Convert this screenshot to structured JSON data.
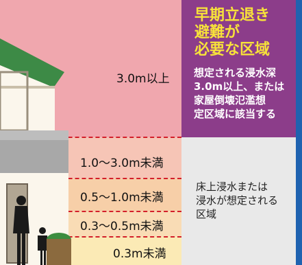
{
  "levels": [
    {
      "label": "3.0m以上",
      "color": "#f0a7ae"
    },
    {
      "label": "1.0〜3.0m未満",
      "color": "#f6c5b6"
    },
    {
      "label": "0.5〜1.0m未満",
      "color": "#f7cfa8"
    },
    {
      "label": "0.3〜0.5m未満",
      "color": "#f9dcb5"
    },
    {
      "label": "0.3m未満",
      "color": "#fbeab5"
    }
  ],
  "evacuation_zone": {
    "title_lines": [
      "早期立退き",
      "避難が",
      "必要な区域"
    ],
    "description_lines": [
      "想定される浸水深",
      "3.0m以上、または",
      "家屋倒壊氾濫想",
      "定区域に該当する"
    ],
    "color": "#8c3d8a",
    "title_color": "#f7e23a"
  },
  "flood_zone": {
    "description_lines": [
      "床上浸水または",
      "浸水が想定される",
      "区域"
    ],
    "color": "#e9e9e9"
  },
  "frame_color": "#1f62b0",
  "dash_color": "#d31f2a"
}
